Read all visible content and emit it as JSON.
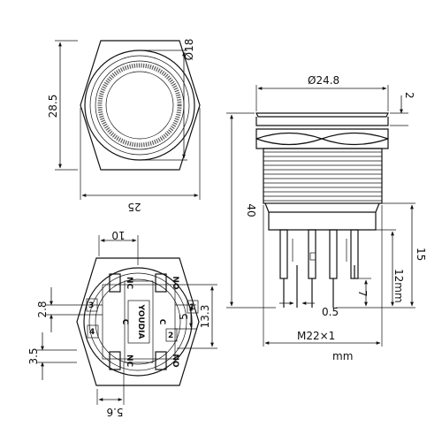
{
  "top_view": {
    "dim_height": "28.5",
    "dim_width": "25",
    "dim_ring_dia": "Ø18"
  },
  "side_view": {
    "dim_dia": "Ø24.8",
    "dim_head": "2",
    "dim_total": "40",
    "dim_pins": "15",
    "dim_pin_len": "12mm",
    "dim_pin_gap": "7",
    "dim_pin_thk": "0.5",
    "thread": "M22×1",
    "unit": "mm"
  },
  "bottom_view": {
    "dim_top": "10",
    "dim_left_a": "2.8",
    "dim_left_b": "3.5",
    "dim_right_a": "5",
    "dim_right_b": "13.3",
    "dim_bottom": "5.6",
    "terminals": [
      "NC",
      "NO",
      "C",
      "3",
      "4",
      "1",
      "2",
      "NC",
      "NO"
    ],
    "chip": "YOUDIA"
  }
}
